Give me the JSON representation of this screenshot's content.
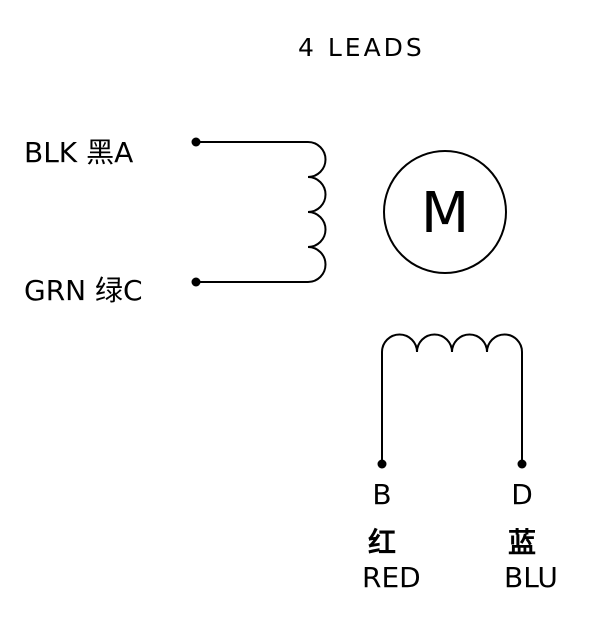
{
  "title": "4 LEADS",
  "motor": {
    "symbol": "M"
  },
  "coil_a": {
    "lead_top": {
      "text": "BLK 黑A"
    },
    "lead_bottom": {
      "text": "GRN 绿C"
    }
  },
  "coil_b": {
    "lead_left": {
      "letter": "B",
      "chinese": "红",
      "color": "RED"
    },
    "lead_right": {
      "letter": "D",
      "chinese": "蓝",
      "color": "BLU"
    }
  }
}
